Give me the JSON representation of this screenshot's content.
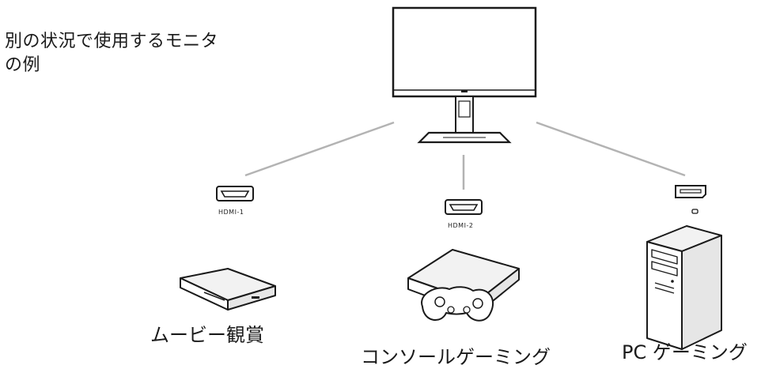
{
  "heading": {
    "line1": "別の状況で使用するモニタ",
    "line2": "の例"
  },
  "ports": {
    "hdmi1": "HDMI-1",
    "hdmi2": "HDMI-2",
    "dp_icon": "displayport-icon"
  },
  "devices": {
    "movie": "ムービー観賞",
    "console": "コンソールゲーミング",
    "pc": "PC ゲーミング"
  },
  "icons": {
    "monitor": "monitor-icon",
    "hdmi": "hdmi-port-icon",
    "displayport": "displayport-port-icon",
    "player": "media-player-icon",
    "console": "game-console-icon",
    "pc": "pc-tower-icon"
  },
  "colors": {
    "line": "#b3b3b3",
    "outline": "#1a1a1a",
    "fill_light": "#f2f2f2"
  }
}
